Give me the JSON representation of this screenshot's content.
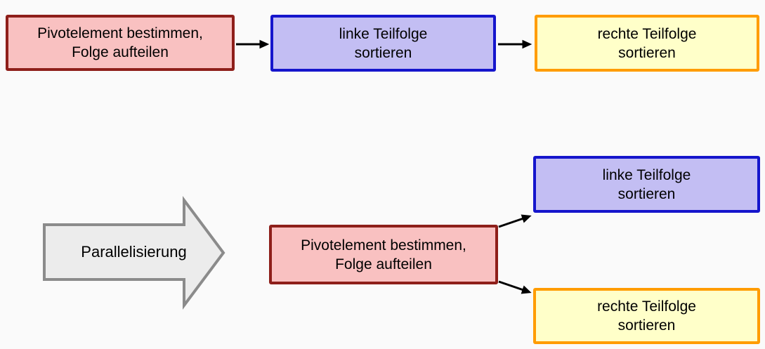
{
  "diagram": {
    "title_semantic": "quicksort-parallelization-flow",
    "colors": {
      "background": "#fafafa",
      "pivot_fill": "#f9c1c1",
      "pivot_border": "#8e1f1a",
      "left_fill": "#c3bef3",
      "left_border": "#1515cc",
      "right_fill": "#ffffc9",
      "right_border": "#ff9c00",
      "flow_arrow": "#000000",
      "big_arrow_fill": "#ececec",
      "big_arrow_border": "#8b8b8b"
    },
    "sequential": {
      "pivot": {
        "line1": "Pivotelement bestimmen,",
        "line2": "Folge aufteilen"
      },
      "left": {
        "line1": "linke Teilfolge",
        "line2": "sortieren"
      },
      "right": {
        "line1": "rechte Teilfolge",
        "line2": "sortieren"
      }
    },
    "transform_arrow": {
      "label": "Parallelisierung"
    },
    "parallel": {
      "pivot": {
        "line1": "Pivotelement bestimmen,",
        "line2": "Folge aufteilen"
      },
      "left": {
        "line1": "linke Teilfolge",
        "line2": "sortieren"
      },
      "right": {
        "line1": "rechte Teilfolge",
        "line2": "sortieren"
      }
    }
  }
}
